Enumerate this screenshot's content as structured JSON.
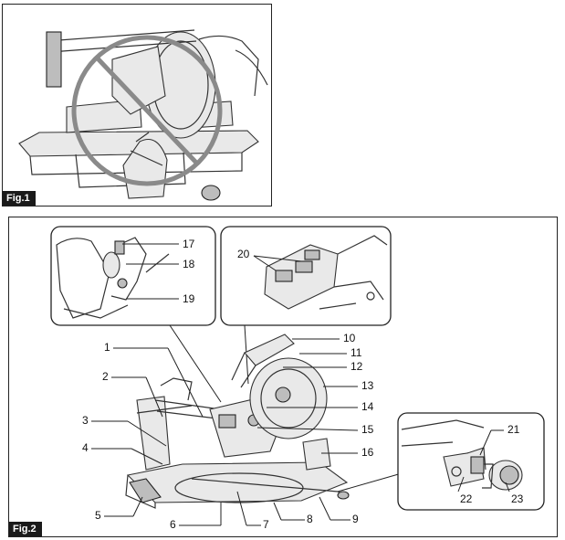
{
  "fig1": {
    "label": "Fig.1"
  },
  "fig2": {
    "label": "Fig.2",
    "callouts": [
      "1",
      "2",
      "3",
      "4",
      "5",
      "6",
      "7",
      "8",
      "9",
      "10",
      "11",
      "12",
      "13",
      "14",
      "15",
      "16",
      "17",
      "18",
      "19",
      "20",
      "21",
      "22",
      "23"
    ]
  }
}
